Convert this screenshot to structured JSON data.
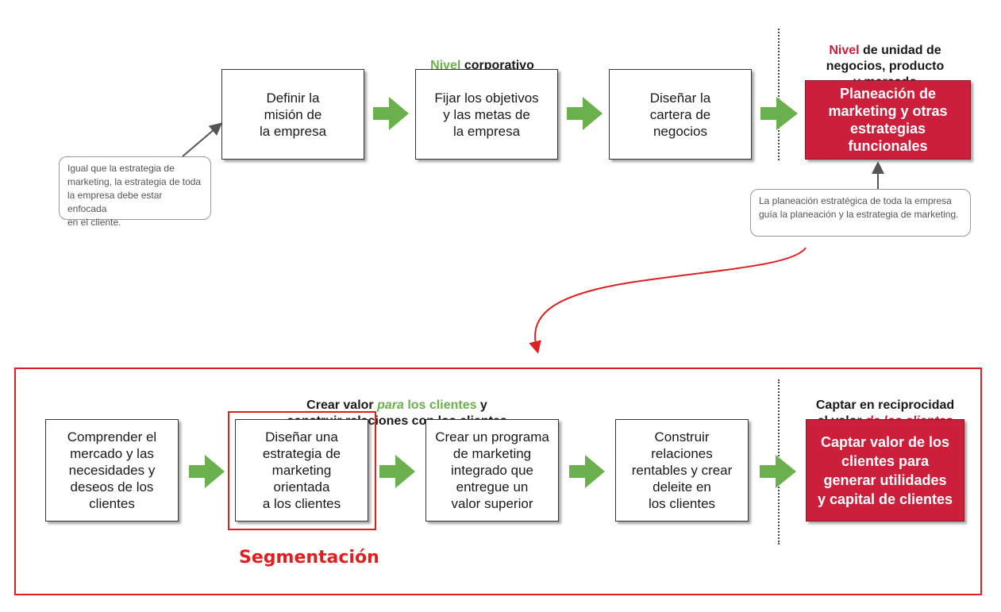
{
  "top": {
    "corporate_header": {
      "accent": "Nivel",
      "rest": " corporativo"
    },
    "business_header": {
      "accent": "Nivel",
      "rest": " de unidad de\nnegocios, producto\ny mercado"
    },
    "steps": [
      "Definir la\nmisión de\nla empresa",
      "Fijar los objetivos\ny las metas de\nla empresa",
      "Diseñar la\ncartera de\nnegocios"
    ],
    "highlight_step": "Planeación de\nmarketing y otras\nestrategias\nfuncionales",
    "note_left": "Igual que la estrategia de\nmarketing, la estrategia de toda\nla empresa debe estar enfocada\nen el cliente.",
    "note_right": "La planeación estratégica de toda la empresa\nguía la planeación y la estrategia de marketing."
  },
  "bottom": {
    "create_header": {
      "part1": "Crear valor ",
      "part2": "para",
      "part3": " los clientes",
      "part4": " y\nconstruir relaciones con los clientes"
    },
    "capture_header": {
      "part1": "Captar en reciprocidad\nel valor ",
      "part2": "de los clientes"
    },
    "steps": [
      "Comprender el\nmercado y las\nnecesidades y\ndeseos de los\nclientes",
      "Diseñar una\nestrategia de\nmarketing\norientada\na los clientes",
      "Crear un programa\nde marketing\nintegrado que\nentregue un\nvalor superior",
      "Construir\nrelaciones\nrentables y crear\ndeleite en\nlos clientes"
    ],
    "highlight_step": "Captar valor de los\nclientes para\ngenerar utilidades\ny capital de clientes",
    "segment_label": "Segmentación"
  },
  "colors": {
    "accent_green": "#6ab04c",
    "accent_red": "#cc1f3b",
    "frame_red": "#e02020"
  }
}
